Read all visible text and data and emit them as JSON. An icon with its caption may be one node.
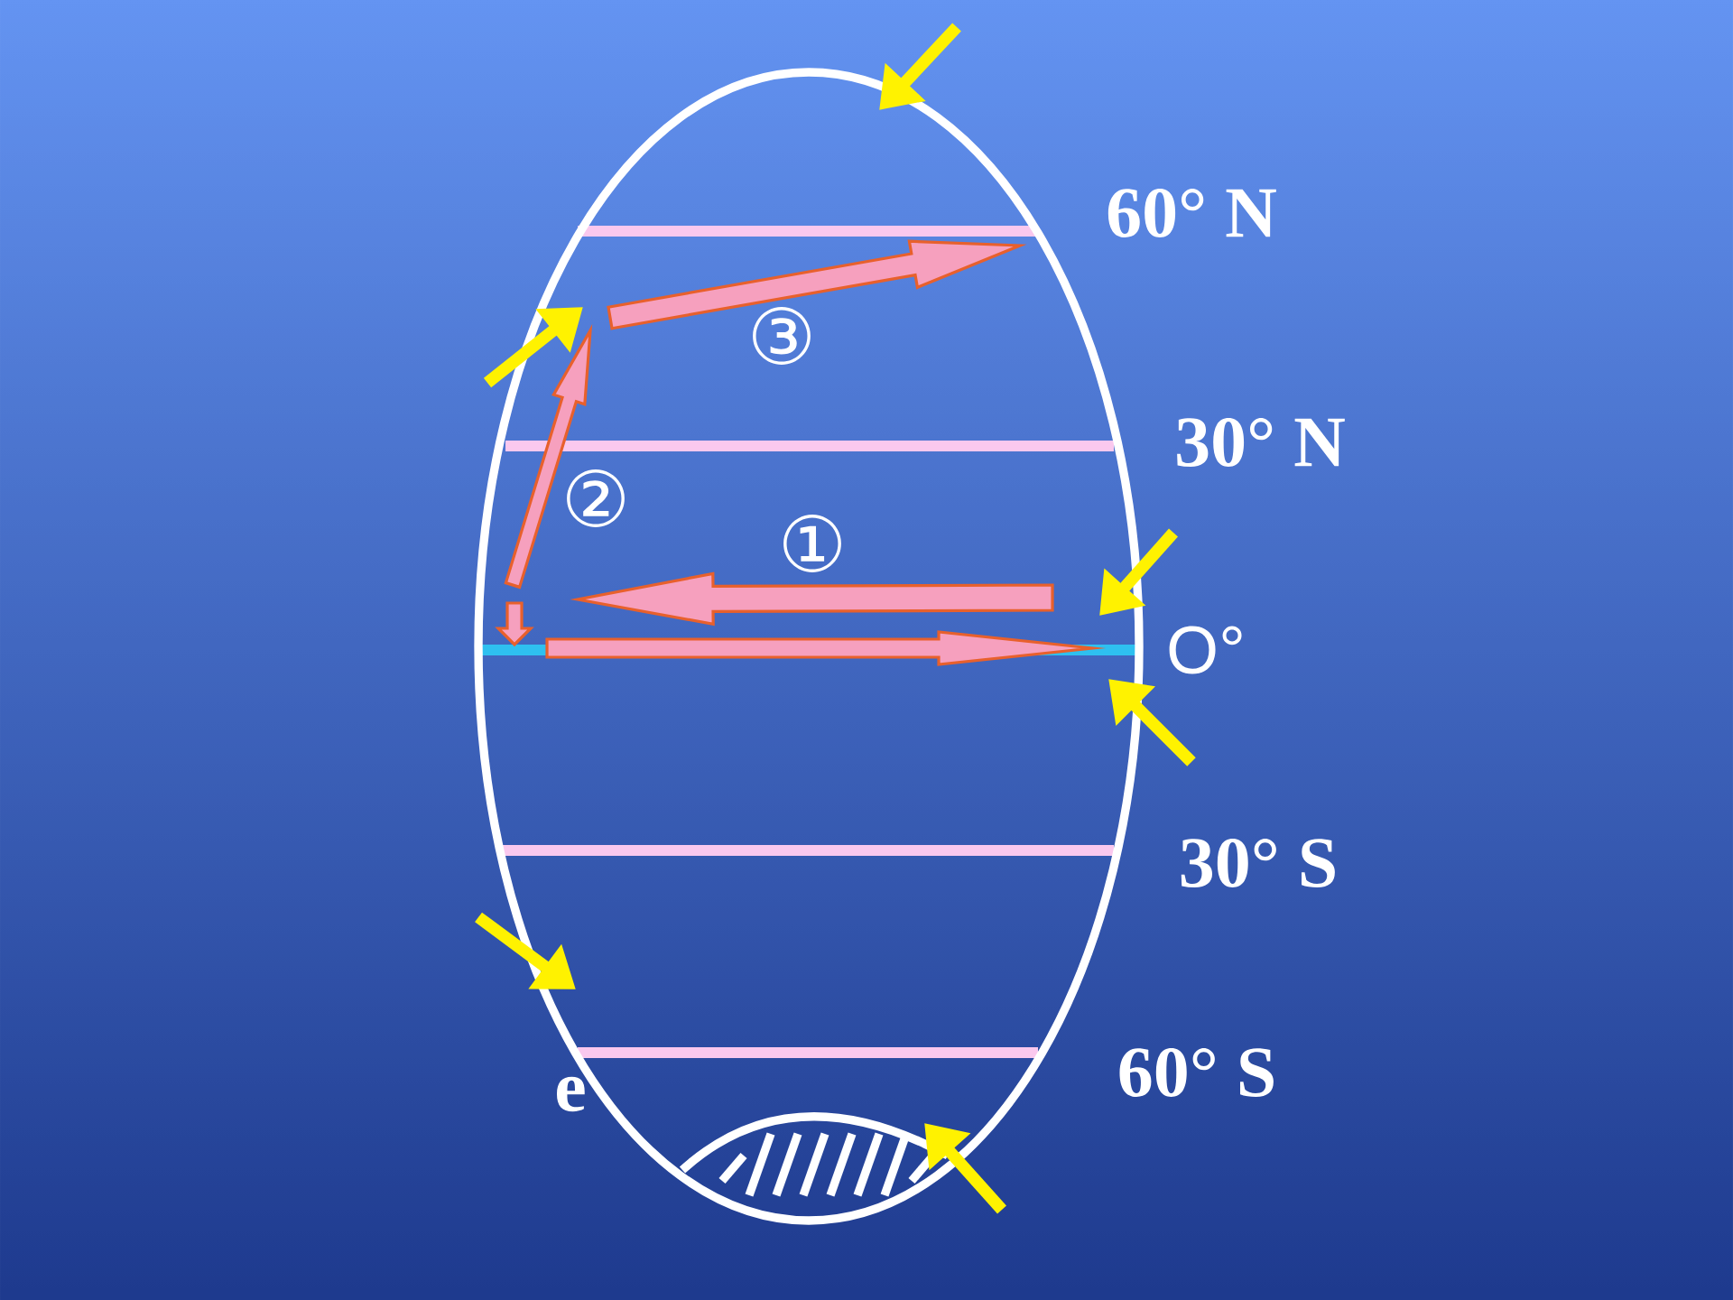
{
  "diagram": {
    "labels": [
      "60° N",
      "③",
      "30° N",
      "②",
      "①",
      "O°",
      "30° S",
      "60° S",
      "e"
    ]
  }
}
